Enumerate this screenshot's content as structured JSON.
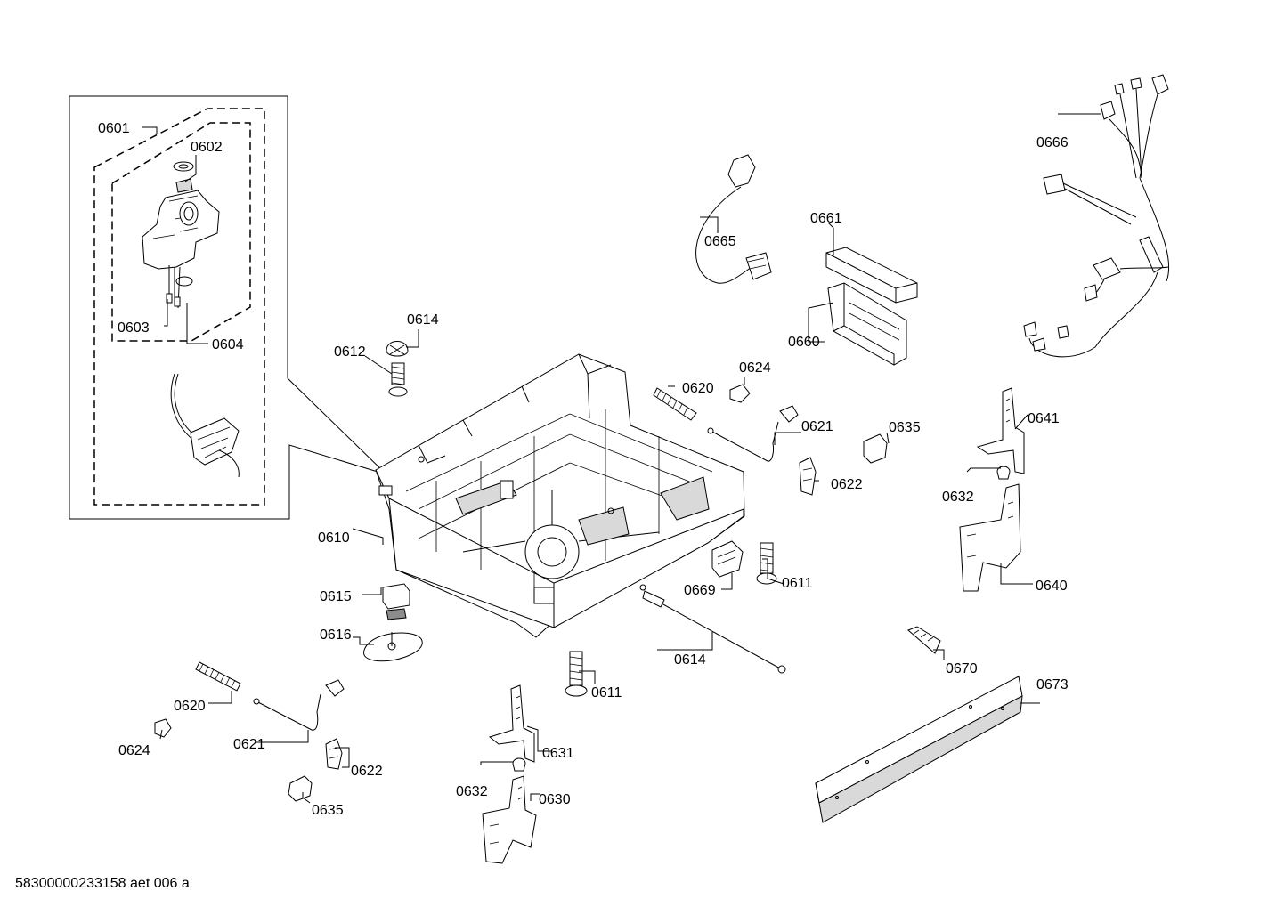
{
  "footer": {
    "code": "58300000233158 aet 006 a"
  },
  "labels": {
    "p0601": "0601",
    "p0602": "0602",
    "p0603": "0603",
    "p0604": "0604",
    "p0610": "0610",
    "p0611a": "0611",
    "p0611b": "0611",
    "p0612": "0612",
    "p0614a": "0614",
    "p0614b": "0614",
    "p0615": "0615",
    "p0616": "0616",
    "p0620a": "0620",
    "p0620b": "0620",
    "p0621a": "0621",
    "p0621b": "0621",
    "p0622a": "0622",
    "p0622b": "0622",
    "p0624a": "0624",
    "p0624b": "0624",
    "p0630": "0630",
    "p0631": "0631",
    "p0632a": "0632",
    "p0632b": "0632",
    "p0635a": "0635",
    "p0635b": "0635",
    "p0640": "0640",
    "p0641": "0641",
    "p0660": "0660",
    "p0661": "0661",
    "p0665": "0665",
    "p0666": "0666",
    "p0669": "0669",
    "p0670": "0670",
    "p0673": "0673"
  }
}
